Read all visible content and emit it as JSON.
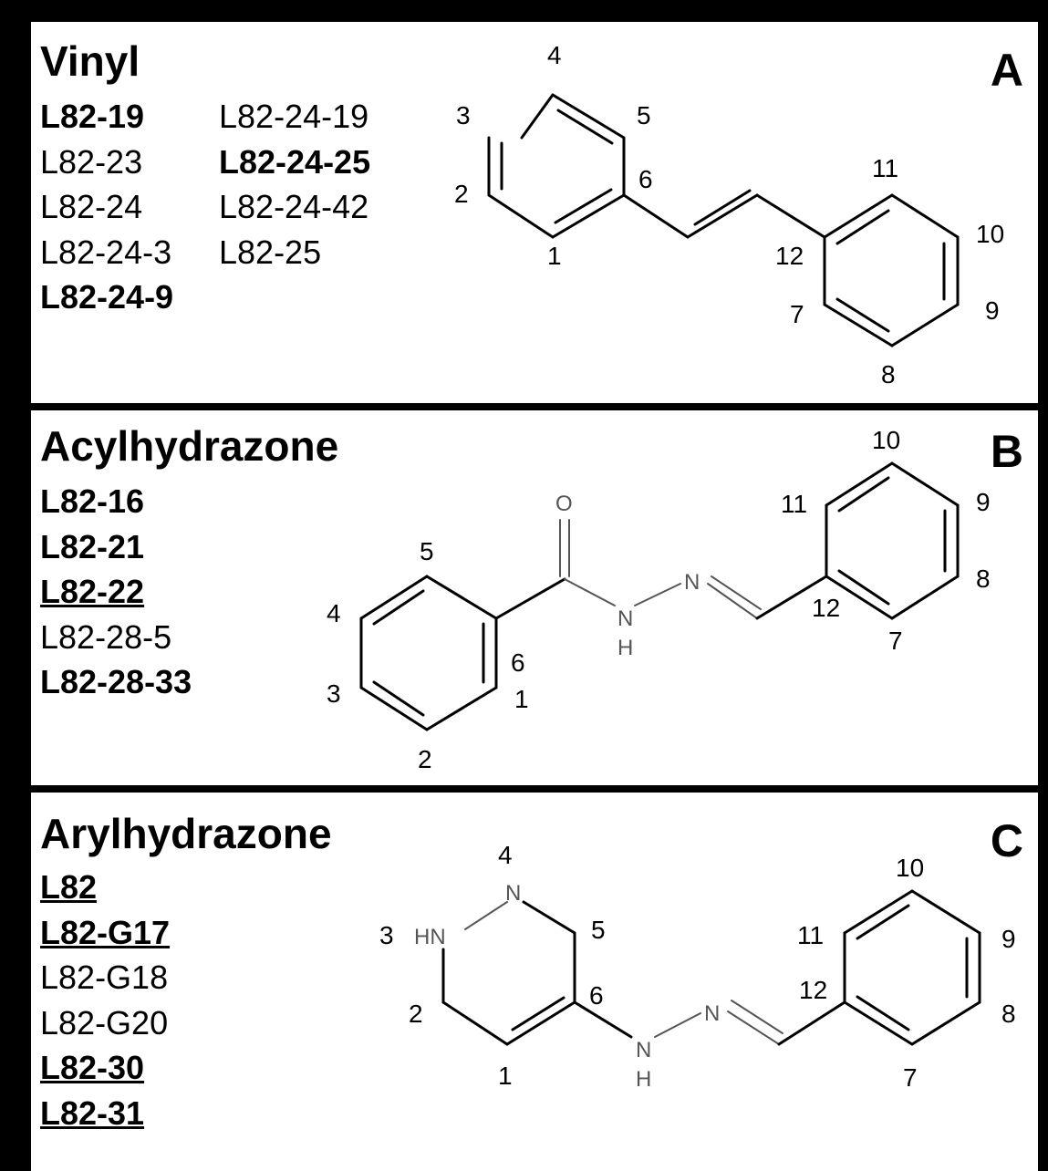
{
  "panels": [
    {
      "title": "Vinyl",
      "letter": "A",
      "compounds_col1": [
        {
          "text": "L82-19",
          "bold": true,
          "underline": false
        },
        {
          "text": "L82-23",
          "bold": false,
          "underline": false
        },
        {
          "text": "L82-24",
          "bold": false,
          "underline": false
        },
        {
          "text": "L82-24-3",
          "bold": false,
          "underline": false
        },
        {
          "text": "L82-24-9",
          "bold": true,
          "underline": false
        }
      ],
      "compounds_col2": [
        {
          "text": "L82-24-19",
          "bold": false,
          "underline": false
        },
        {
          "text": "L82-24-25",
          "bold": true,
          "underline": false
        },
        {
          "text": "L82-24-42",
          "bold": false,
          "underline": false
        },
        {
          "text": "L82-25",
          "bold": false,
          "underline": false
        }
      ],
      "atom_numbers": [
        "1",
        "2",
        "3",
        "4",
        "5",
        "6",
        "7",
        "8",
        "9",
        "10",
        "11",
        "12"
      ]
    },
    {
      "title": "Acylhydrazone",
      "letter": "B",
      "compounds_col1": [
        {
          "text": "L82-16",
          "bold": true,
          "underline": false
        },
        {
          "text": "L82-21",
          "bold": true,
          "underline": false
        },
        {
          "text": "L82-22",
          "bold": true,
          "underline": true
        },
        {
          "text": "L82-28-5",
          "bold": false,
          "underline": false
        },
        {
          "text": "L82-28-33",
          "bold": true,
          "underline": false
        }
      ],
      "atom_numbers": [
        "1",
        "2",
        "3",
        "4",
        "5",
        "6",
        "7",
        "8",
        "9",
        "10",
        "11",
        "12"
      ],
      "atom_labels": {
        "O": "O",
        "N1": "N",
        "N2": "N",
        "H": "H"
      }
    },
    {
      "title": "Arylhydrazone",
      "letter": "C",
      "compounds_col1": [
        {
          "text": "L82",
          "bold": true,
          "underline": true
        },
        {
          "text": "L82-G17",
          "bold": true,
          "underline": true
        },
        {
          "text": "L82-G18",
          "bold": false,
          "underline": false
        },
        {
          "text": "L82-G20",
          "bold": false,
          "underline": false
        },
        {
          "text": "L82-30",
          "bold": true,
          "underline": true
        },
        {
          "text": "L82-31",
          "bold": true,
          "underline": true
        }
      ],
      "atom_numbers": [
        "1",
        "2",
        "3",
        "4",
        "5",
        "6",
        "7",
        "8",
        "9",
        "10",
        "11",
        "12"
      ],
      "atom_labels": {
        "HN": "HN",
        "N4": "N",
        "N1": "N",
        "N2": "N",
        "H": "H"
      }
    }
  ]
}
